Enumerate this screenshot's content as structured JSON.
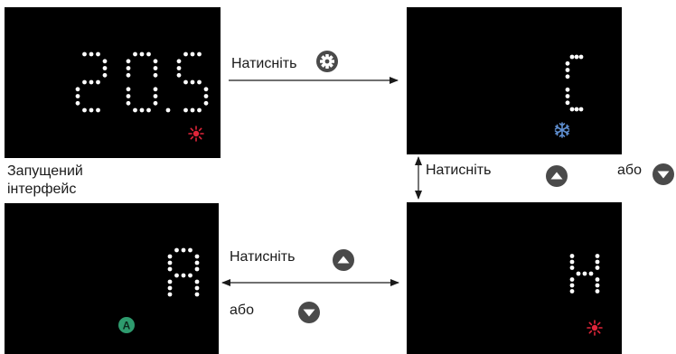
{
  "screens": {
    "tl": {
      "display": "20.5",
      "indicator_icon": "sun-icon",
      "indicator_color": "#e0253a"
    },
    "tr": {
      "display": "C",
      "indicator_icon": "snowflake-icon",
      "indicator_color": "#5f8fd1"
    },
    "bl": {
      "display": "A",
      "indicator_icon": "auto-mode-icon",
      "indicator_color": "#2e9b6e"
    },
    "br": {
      "display": "H",
      "indicator_icon": "sun-icon",
      "indicator_color": "#e0253a"
    }
  },
  "labels": {
    "press_top": "Натисніть",
    "press_right": "Натисніть",
    "or_right": "або",
    "press_bottom": "Натисніть",
    "or_bottom": "або",
    "running_line1": "Запущений",
    "running_line2": "інтерфейс"
  },
  "icons": {
    "settings": "gear-icon",
    "up": "up-button-icon",
    "down": "down-button-icon"
  },
  "colors": {
    "screen_bg": "#000000",
    "segment_dot": "#ffffff",
    "button_fill": "#4a4a4a",
    "text": "#1a1a1a",
    "arrow": "#1a1a1a"
  }
}
